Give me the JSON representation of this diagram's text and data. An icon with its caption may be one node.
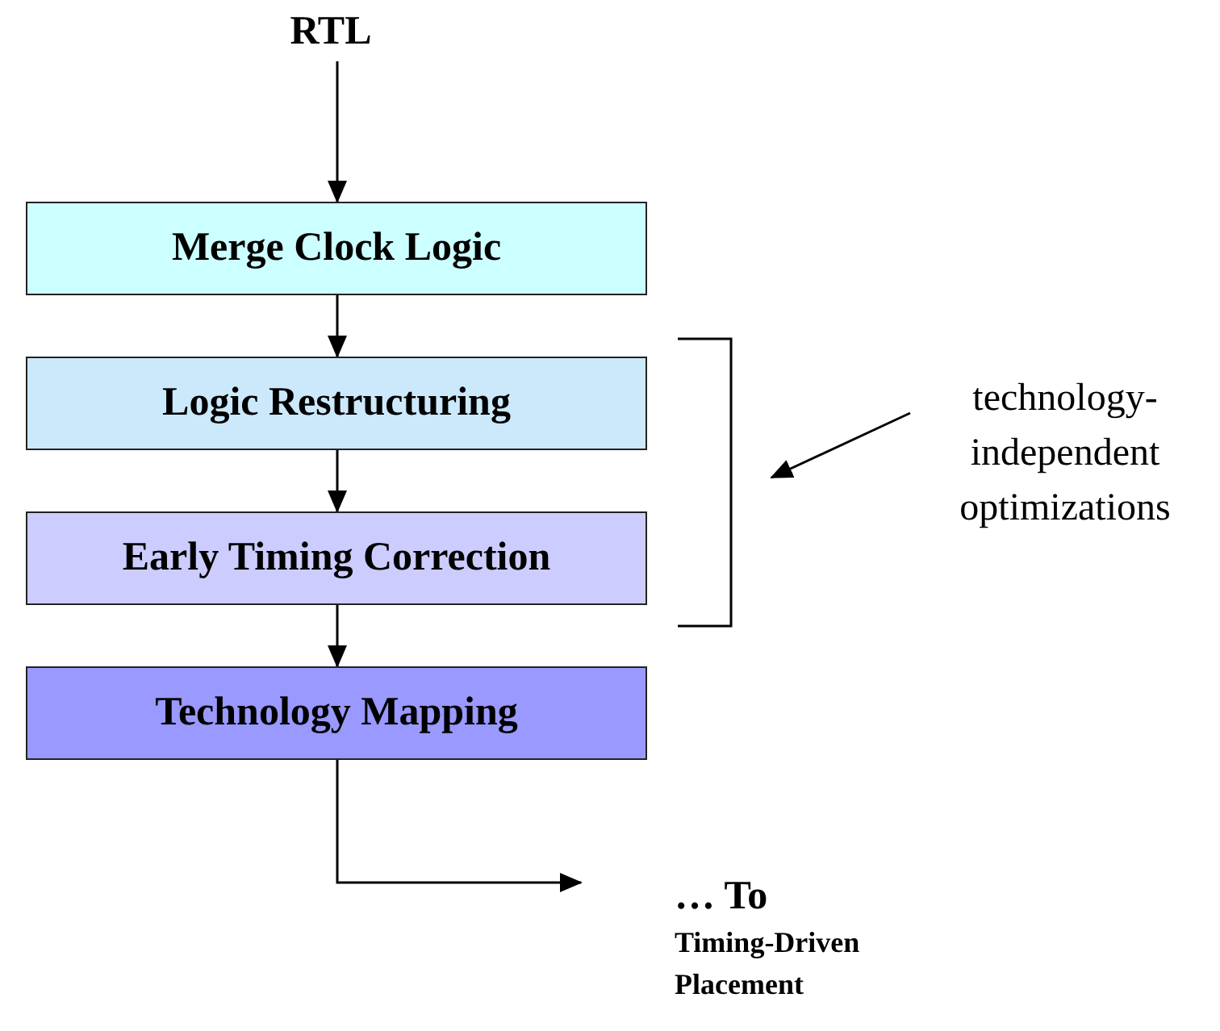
{
  "diagram": {
    "nodes": [
      {
        "text": [
          "RTL"
        ]
      },
      {
        "text": [
          "Merge Clock Logic"
        ]
      },
      {
        "text": [
          "Logic Restructuring"
        ]
      },
      {
        "text": [
          "Early Timing Correction"
        ]
      },
      {
        "text": [
          "Technology Mapping"
        ]
      },
      {
        "text": [
          "… To",
          "Timing-Driven Placement"
        ]
      },
      {
        "text": [
          "technology- independent optimizations"
        ]
      }
    ],
    "edges": [
      {
        "from": 0,
        "to": 1,
        "arrow": "to"
      },
      {
        "from": 1,
        "to": 2,
        "arrow": "to"
      },
      {
        "from": 2,
        "to": 3,
        "arrow": "to"
      },
      {
        "from": 3,
        "to": 4,
        "arrow": "to"
      },
      {
        "from": 4,
        "to": 5,
        "arrow": "to"
      },
      {
        "from": 6,
        "to": null,
        "arrow": "to"
      }
    ]
  }
}
